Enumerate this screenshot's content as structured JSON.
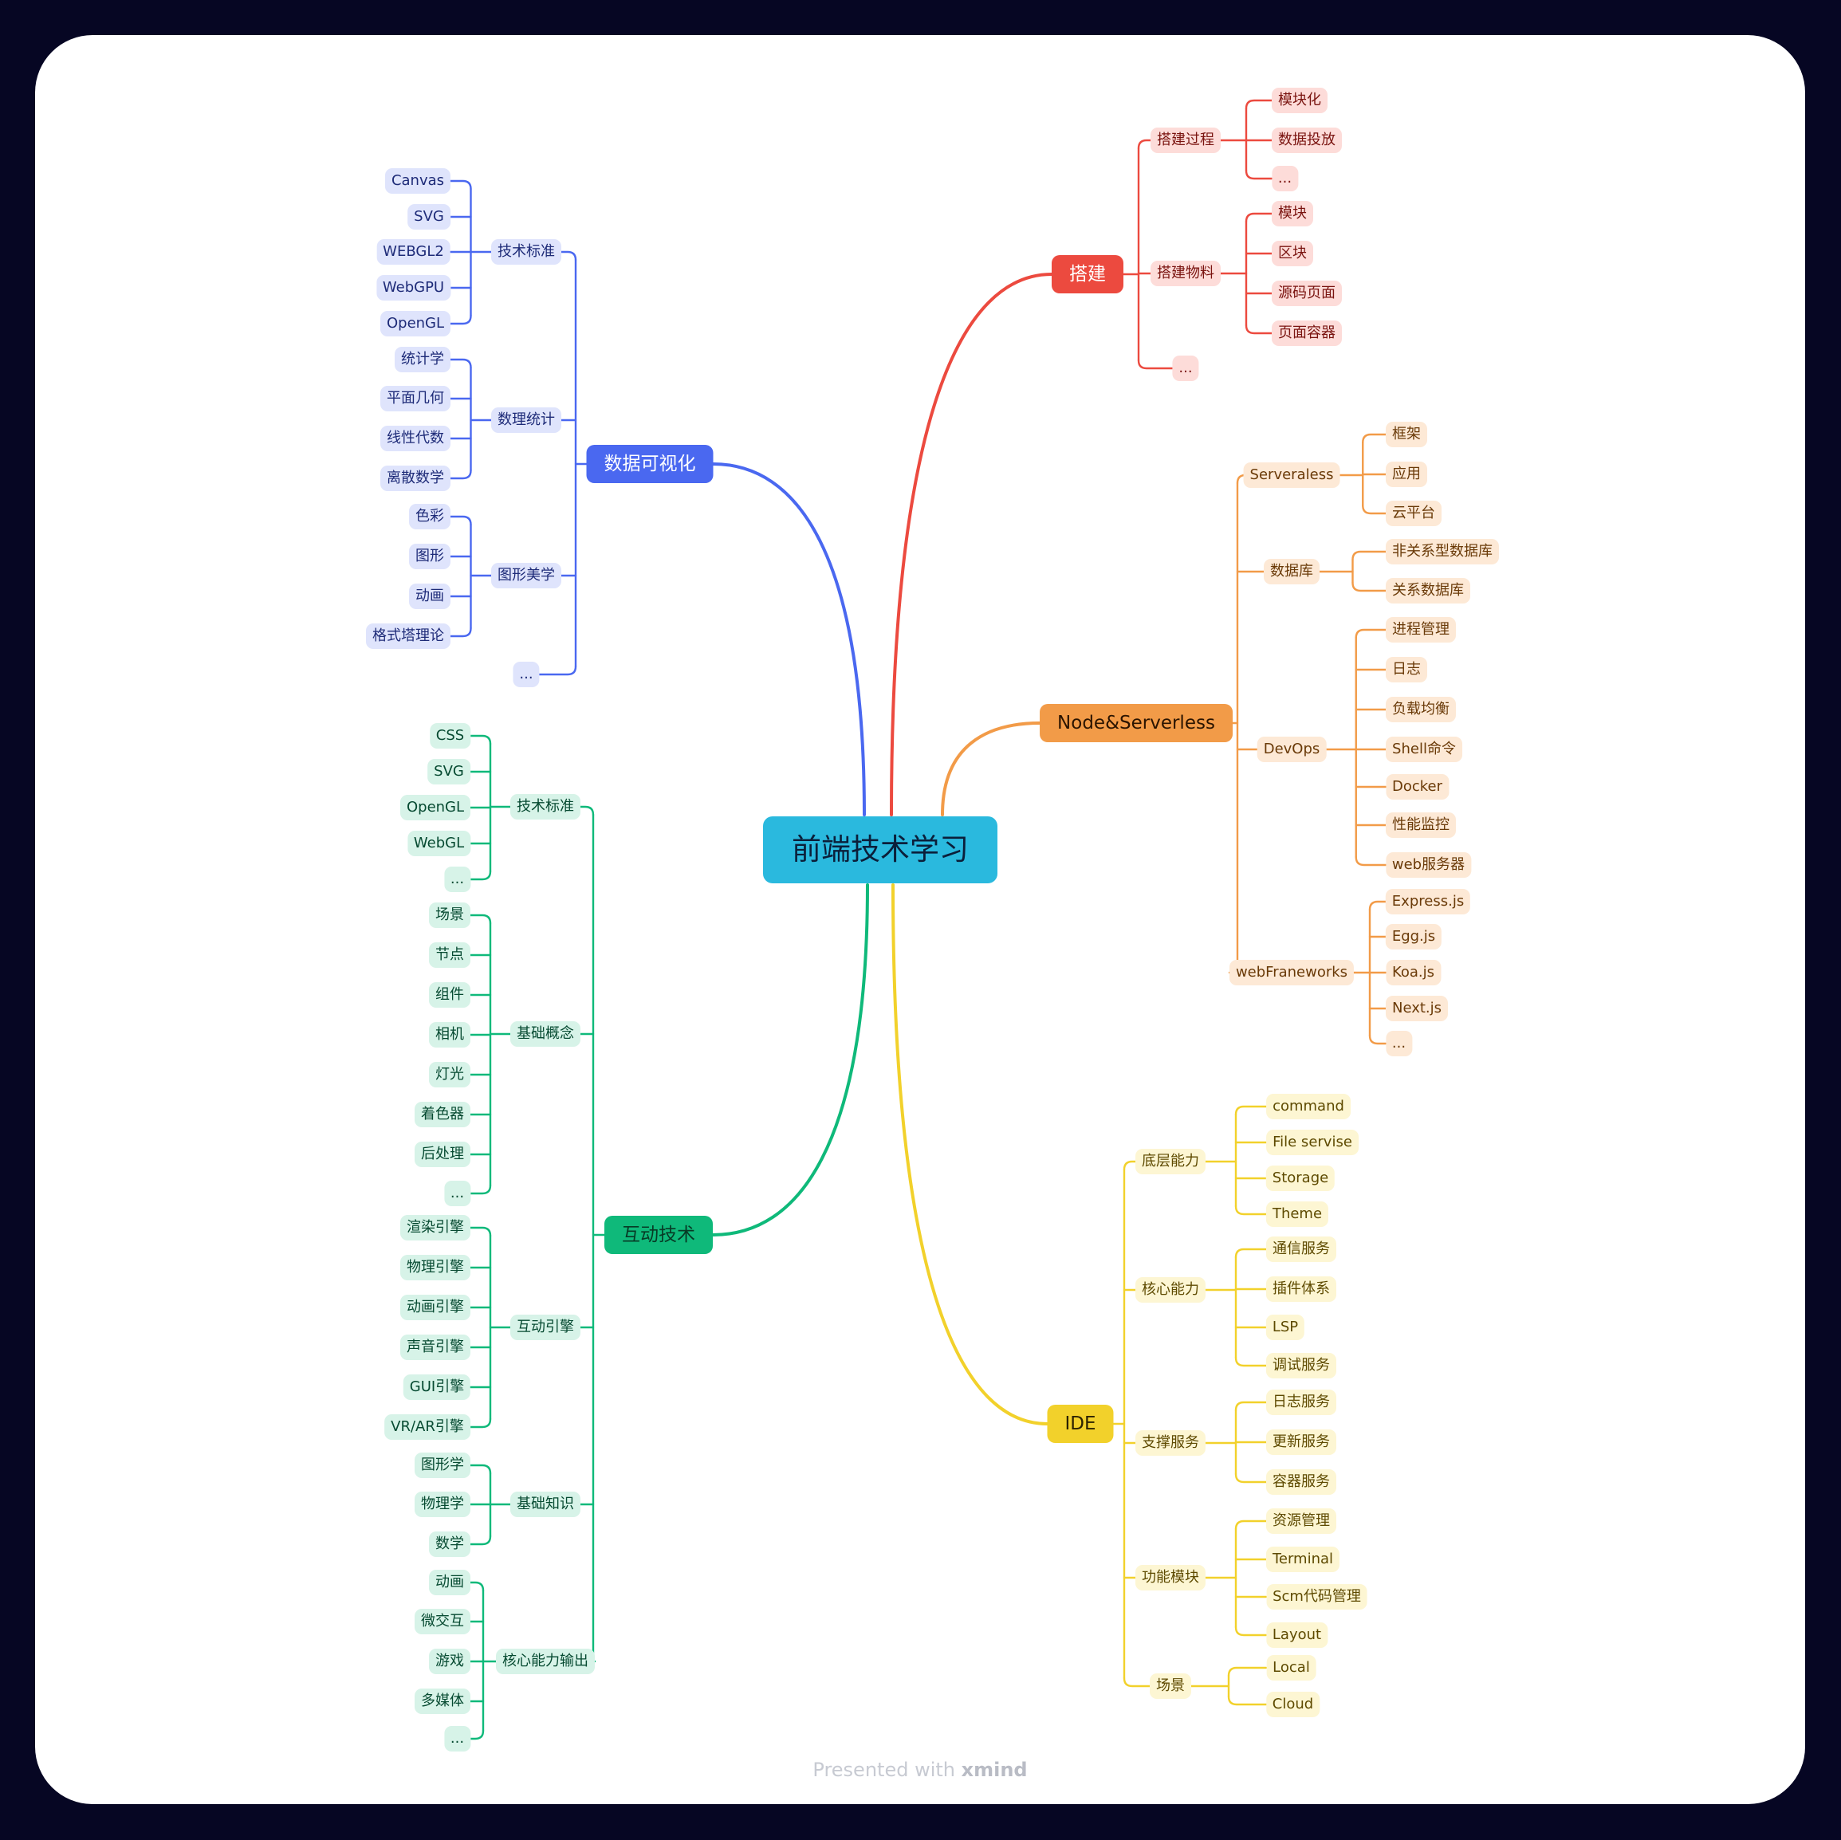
{
  "title": "前端技术学习",
  "watermark": {
    "prefix": "Presented with",
    "brand": "xmind"
  },
  "colors": {
    "background": "#060623",
    "card": "#ffffff",
    "root": "#2ab9de",
    "blue": "#4a68f0",
    "red": "#ec4a3f",
    "orange": "#f29b48",
    "green": "#0fb97a",
    "yellow": "#f2d12b"
  },
  "branches": [
    {
      "label": "数据可视化",
      "theme": "blue",
      "children": [
        {
          "label": "技术标准",
          "children": [
            {
              "label": "Canvas"
            },
            {
              "label": "SVG"
            },
            {
              "label": "WEBGL2"
            },
            {
              "label": "WebGPU"
            },
            {
              "label": "OpenGL"
            }
          ]
        },
        {
          "label": "数理统计",
          "children": [
            {
              "label": "统计学"
            },
            {
              "label": "平面几何"
            },
            {
              "label": "线性代数"
            },
            {
              "label": "离散数学"
            }
          ]
        },
        {
          "label": "图形美学",
          "children": [
            {
              "label": "色彩"
            },
            {
              "label": "图形"
            },
            {
              "label": "动画"
            },
            {
              "label": "格式塔理论"
            }
          ]
        },
        {
          "label": "..."
        }
      ]
    },
    {
      "label": "互动技术",
      "theme": "green",
      "children": [
        {
          "label": "技术标准",
          "children": [
            {
              "label": "CSS"
            },
            {
              "label": "SVG"
            },
            {
              "label": "OpenGL"
            },
            {
              "label": "WebGL"
            },
            {
              "label": "..."
            }
          ]
        },
        {
          "label": "基础概念",
          "children": [
            {
              "label": "场景"
            },
            {
              "label": "节点"
            },
            {
              "label": "组件"
            },
            {
              "label": "相机"
            },
            {
              "label": "灯光"
            },
            {
              "label": "着色器"
            },
            {
              "label": "后处理"
            },
            {
              "label": "..."
            }
          ]
        },
        {
          "label": "互动引擎",
          "children": [
            {
              "label": "渲染引擎"
            },
            {
              "label": "物理引擎"
            },
            {
              "label": "动画引擎"
            },
            {
              "label": "声音引擎"
            },
            {
              "label": "GUI引擎"
            },
            {
              "label": "VR/AR引擎"
            }
          ]
        },
        {
          "label": "基础知识",
          "children": [
            {
              "label": "图形学"
            },
            {
              "label": "物理学"
            },
            {
              "label": "数学"
            }
          ]
        },
        {
          "label": "核心能力输出",
          "children": [
            {
              "label": "动画"
            },
            {
              "label": "微交互"
            },
            {
              "label": "游戏"
            },
            {
              "label": "多媒体"
            },
            {
              "label": "..."
            }
          ]
        }
      ]
    },
    {
      "label": "搭建",
      "theme": "red",
      "children": [
        {
          "label": "搭建过程",
          "children": [
            {
              "label": "模块化"
            },
            {
              "label": "数据投放"
            },
            {
              "label": "..."
            }
          ]
        },
        {
          "label": "搭建物料",
          "children": [
            {
              "label": "模块"
            },
            {
              "label": "区块"
            },
            {
              "label": "源码页面"
            },
            {
              "label": "页面容器"
            }
          ]
        },
        {
          "label": "..."
        }
      ]
    },
    {
      "label": "Node&Serverless",
      "theme": "orange",
      "children": [
        {
          "label": "Serveraless",
          "children": [
            {
              "label": "框架"
            },
            {
              "label": "应用"
            },
            {
              "label": "云平台"
            }
          ]
        },
        {
          "label": "数据库",
          "children": [
            {
              "label": "非关系型数据库"
            },
            {
              "label": "关系数据库"
            }
          ]
        },
        {
          "label": "DevOps",
          "children": [
            {
              "label": "进程管理"
            },
            {
              "label": "日志"
            },
            {
              "label": "负载均衡"
            },
            {
              "label": "Shell命令"
            },
            {
              "label": "Docker"
            },
            {
              "label": "性能监控"
            },
            {
              "label": "web服务器"
            }
          ]
        },
        {
          "label": "webFraneworks",
          "children": [
            {
              "label": "Express.js"
            },
            {
              "label": "Egg.js"
            },
            {
              "label": "Koa.js"
            },
            {
              "label": "Next.js"
            },
            {
              "label": "..."
            }
          ]
        }
      ]
    },
    {
      "label": "IDE",
      "theme": "yellow",
      "children": [
        {
          "label": "底层能力",
          "children": [
            {
              "label": "command"
            },
            {
              "label": "File servise"
            },
            {
              "label": "Storage"
            },
            {
              "label": "Theme"
            }
          ]
        },
        {
          "label": "核心能力",
          "children": [
            {
              "label": "通信服务"
            },
            {
              "label": "插件体系"
            },
            {
              "label": "LSP"
            },
            {
              "label": "调试服务"
            }
          ]
        },
        {
          "label": "支撑服务",
          "children": [
            {
              "label": "日志服务"
            },
            {
              "label": "更新服务"
            },
            {
              "label": "容器服务"
            }
          ]
        },
        {
          "label": "功能模块",
          "children": [
            {
              "label": "资源管理"
            },
            {
              "label": "Terminal"
            },
            {
              "label": "Scm代码管理"
            },
            {
              "label": "Layout"
            }
          ]
        },
        {
          "label": "场景",
          "children": [
            {
              "label": "Local"
            },
            {
              "label": "Cloud"
            }
          ]
        }
      ]
    }
  ]
}
